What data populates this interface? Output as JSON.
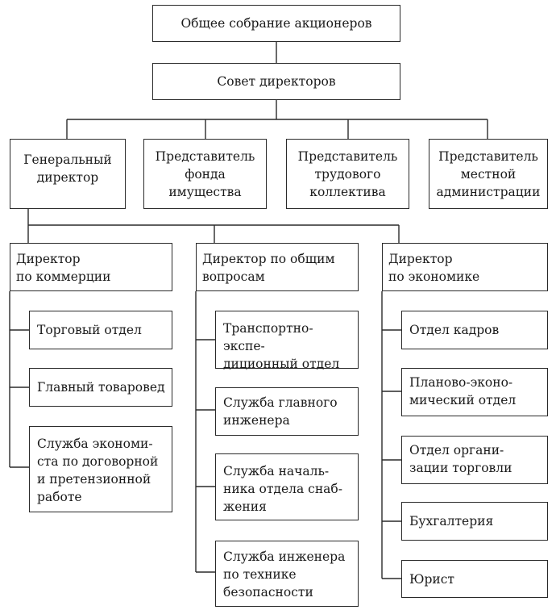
{
  "diagram": {
    "level1": {
      "shareholders": "Общее собрание акционеров"
    },
    "level2": {
      "board": "Совет директоров"
    },
    "level3": {
      "general_director": "Генеральный\nдиректор",
      "property_fund_rep": "Представитель\nфонда\nимущества",
      "labor_collective_rep": "Представитель\nтрудового\nколлектива",
      "local_admin_rep": "Представитель\nместной\nадминистрации"
    },
    "commerce": {
      "director": "Директор\nпо коммерции",
      "units": [
        "Торговый отдел",
        "Главный товаровед",
        "Служба экономи-\nста по договорной\nи претензионной\nработе"
      ]
    },
    "general_affairs": {
      "director": "Директор по общим\nвопросам",
      "units": [
        "Транспортно-экспе-\nдиционный отдел",
        "Служба главного\nинженера",
        "Служба началь-\nника отдела снаб-\nжения",
        "Служба  инженера\nпо технике\nбезопасности"
      ]
    },
    "economics": {
      "director": "Директор\nпо экономике",
      "units": [
        "Отдел кадров",
        "Планово-эконо-\nмический отдел",
        "Отдел органи-\nзации торговли",
        "Бухгалтерия",
        "Юрист"
      ]
    }
  }
}
